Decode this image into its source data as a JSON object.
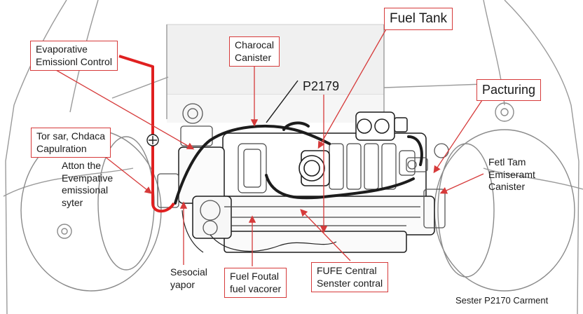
{
  "labels": {
    "fuel_tank": "Fuel Tank",
    "charcoal_canister": [
      "Charocal",
      "Canister"
    ],
    "evap_control": [
      "Evaporative",
      "Emissionl Control"
    ],
    "p2179": "P2179",
    "pactuning": "Pacturing",
    "tor_sar": [
      "Tor sar, Chdaca",
      "Capulration"
    ],
    "atton": [
      "Atton the",
      "Evempative",
      "emissional",
      "syter"
    ],
    "fetl_tam": [
      "Fetl Tam",
      "Emiseramt",
      "Canister"
    ],
    "sesocial": [
      "Sesocial",
      "yapor"
    ],
    "fuel_foutal": [
      "Fuel Foutal",
      "fuel vacorer"
    ],
    "fufe_central": [
      "FUFE Central",
      "Senster contral"
    ],
    "footer": "Sester P2170 Carment"
  },
  "colors": {
    "callout_red": "#d63a3a",
    "line_dark": "#1c1c1c",
    "line_gray": "#8a8a8a",
    "panel_fill": "#f1f1f1"
  }
}
